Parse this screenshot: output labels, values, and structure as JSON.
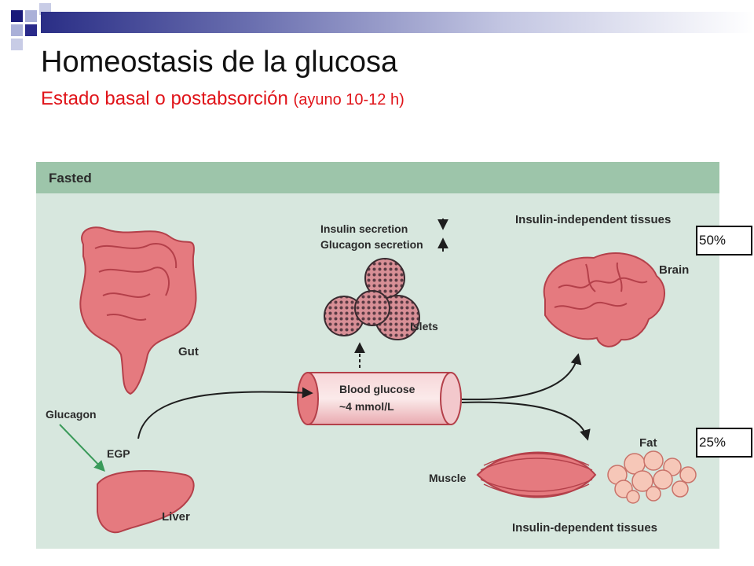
{
  "slide": {
    "title": "Homeostasis de la glucosa",
    "subtitle_main": "Estado basal o postabsorción",
    "subtitle_paren": "(ayuno 10-12 h)"
  },
  "diagram": {
    "header": "Fasted",
    "insulin_secretion": "Insulin secretion",
    "glucagon_secretion": "Glucagon secretion",
    "insulin_independent": "Insulin-independent tissues",
    "brain": "Brain",
    "islets": "Islets",
    "gut": "Gut",
    "blood_glucose_1": "Blood glucose",
    "blood_glucose_2": "~4 mmol/L",
    "glucagon": "Glucagon",
    "egp": "EGP",
    "liver": "Liver",
    "muscle": "Muscle",
    "fat": "Fat",
    "insulin_dependent": "Insulin-dependent tissues"
  },
  "annotations": {
    "brain_pct": "50%",
    "muscle_fat_pct": "25%"
  },
  "colors": {
    "header_bg": "#9dc5aa",
    "panel_bg": "#d7e7de",
    "organ": "#e57a7f",
    "organ_dark": "#b4404a",
    "arrow": "#1e1e1e",
    "glucagon_arrow": "#3a9a5a",
    "title_red": "#e0141a"
  }
}
